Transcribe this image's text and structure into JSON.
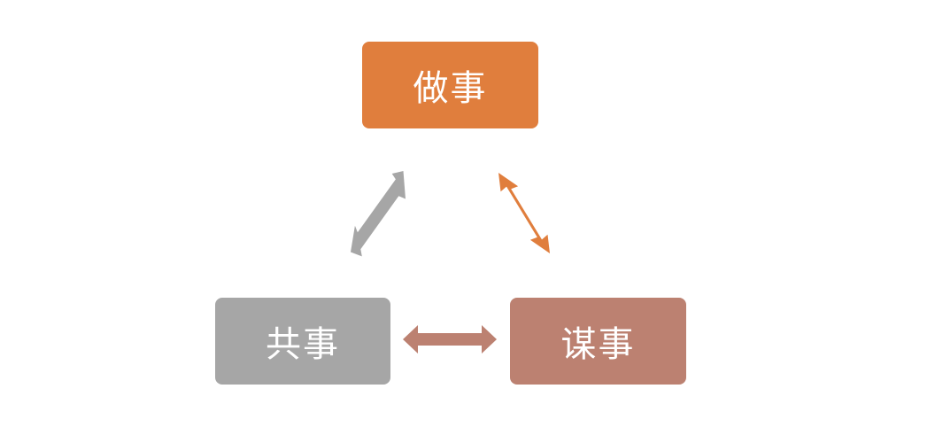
{
  "nodes": {
    "top": {
      "label": "做事",
      "color": "#E07E3D"
    },
    "left": {
      "label": "共事",
      "color": "#A6A6A6"
    },
    "right": {
      "label": "谋事",
      "color": "#BC8171"
    }
  },
  "edges": [
    {
      "from": "left",
      "to": "top",
      "color": "#A6A6A6"
    },
    {
      "from": "top",
      "to": "right",
      "color": "#E07E3D"
    },
    {
      "from": "left",
      "to": "right",
      "color": "#BC8171"
    }
  ]
}
